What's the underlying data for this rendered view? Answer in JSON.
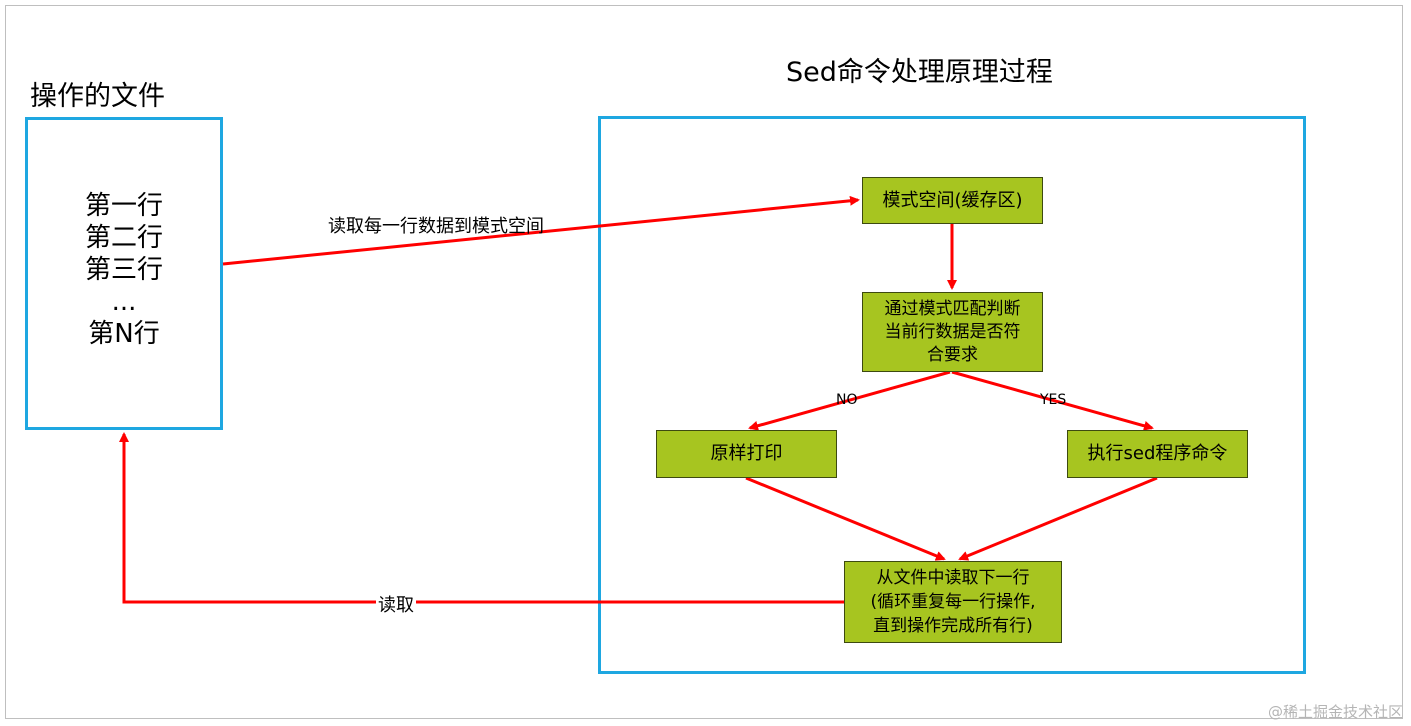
{
  "file_panel": {
    "title": "操作的文件",
    "lines": [
      "第一行",
      "第二行",
      "第三行",
      "...",
      "第N行"
    ]
  },
  "sed_panel": {
    "title": "Sed命令处理原理过程"
  },
  "nodes": {
    "pattern_space": "模式空间(缓存区)",
    "match_check": "通过模式匹配判断\n当前行数据是否符\n合要求",
    "print_as_is": "原样打印",
    "exec_sed": "执行sed程序命令",
    "read_next": "从文件中读取下一行\n(循环重复每一行操作,\n直到操作完成所有行)"
  },
  "edges": {
    "read_line_label": "读取每一行数据到模式空间",
    "no_label": "NO",
    "yes_label": "YES",
    "read_label": "读取"
  },
  "colors": {
    "box_border": "#1ea7e1",
    "node_fill": "#a7c520",
    "arrow": "#ff0000"
  },
  "watermark": "@稀土掘金技术社区"
}
